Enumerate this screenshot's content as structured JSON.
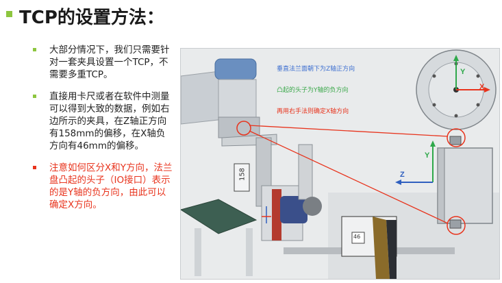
{
  "title": "TCP的设置方法：",
  "bullets": [
    {
      "text": "大部分情况下，我们只需要针对一套夹具设置一个TCP，不需要多重TCP。",
      "color": "normal"
    },
    {
      "text": "直接用卡尺或者在软件中测量可以得到大致的数据，例如右边所示的夹具，在Z轴正方向有158mm的偏移，在X轴负方向有46mm的偏移。",
      "color": "normal"
    },
    {
      "text": "注意如何区分X和Y方向，法兰盘凸起的头子（IO接口）表示的是Y轴的负方向，由此可以确定X方向。",
      "color": "red"
    }
  ],
  "figure": {
    "annotations": {
      "a1": "垂直法兰面朝下为Z轴正方向",
      "a2": "凸起的头子为Y轴的负方向",
      "a3": "再用右手法则确定X轴方向"
    },
    "dim_label": "158",
    "inset_label": "46",
    "axes": {
      "x": "X",
      "y": "Y",
      "z": "Z"
    },
    "colors": {
      "blue_text": "#3d6fd0",
      "green_text": "#3aa84a",
      "red": "#e8331c",
      "accent": "#8dc63f"
    }
  }
}
